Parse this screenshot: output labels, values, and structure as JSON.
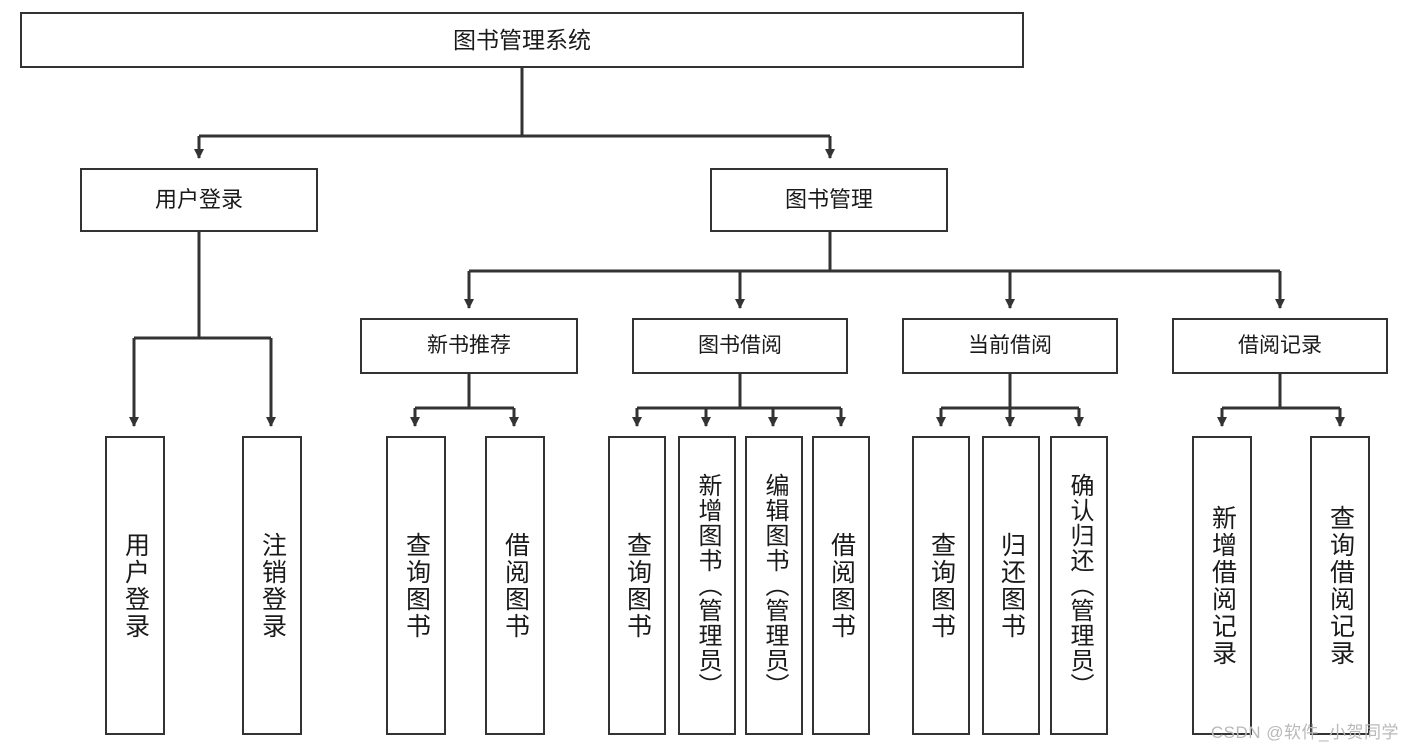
{
  "diagram": {
    "type": "tree-hierarchy",
    "title": "图书管理系统",
    "root": {
      "label": "图书管理系统"
    },
    "level2": [
      {
        "label": "用户登录"
      },
      {
        "label": "图书管理"
      }
    ],
    "level3": [
      {
        "label": "新书推荐"
      },
      {
        "label": "图书借阅"
      },
      {
        "label": "当前借阅"
      },
      {
        "label": "借阅记录"
      }
    ],
    "leaves": {
      "user_login": [
        {
          "label": "用户登录"
        },
        {
          "label": "注销登录"
        }
      ],
      "new_book_recommend": [
        {
          "label": "查询图书"
        },
        {
          "label": "借阅图书"
        }
      ],
      "book_borrow": [
        {
          "label": "查询图书"
        },
        {
          "label": "新增图书（管理员）"
        },
        {
          "label": "编辑图书（管理员）"
        },
        {
          "label": "借阅图书"
        }
      ],
      "current_borrow": [
        {
          "label": "查询图书"
        },
        {
          "label": "归还图书"
        },
        {
          "label": "确认归还（管理员）"
        }
      ],
      "borrow_record": [
        {
          "label": "新增借阅记录"
        },
        {
          "label": "查询借阅记录"
        }
      ]
    }
  },
  "watermark": {
    "text": "CSDN @软件_小贺同学"
  },
  "colors": {
    "stroke": "#333333",
    "fill": "#ffffff",
    "text": "#1a1a1a",
    "watermark": "#b9b9b9"
  }
}
